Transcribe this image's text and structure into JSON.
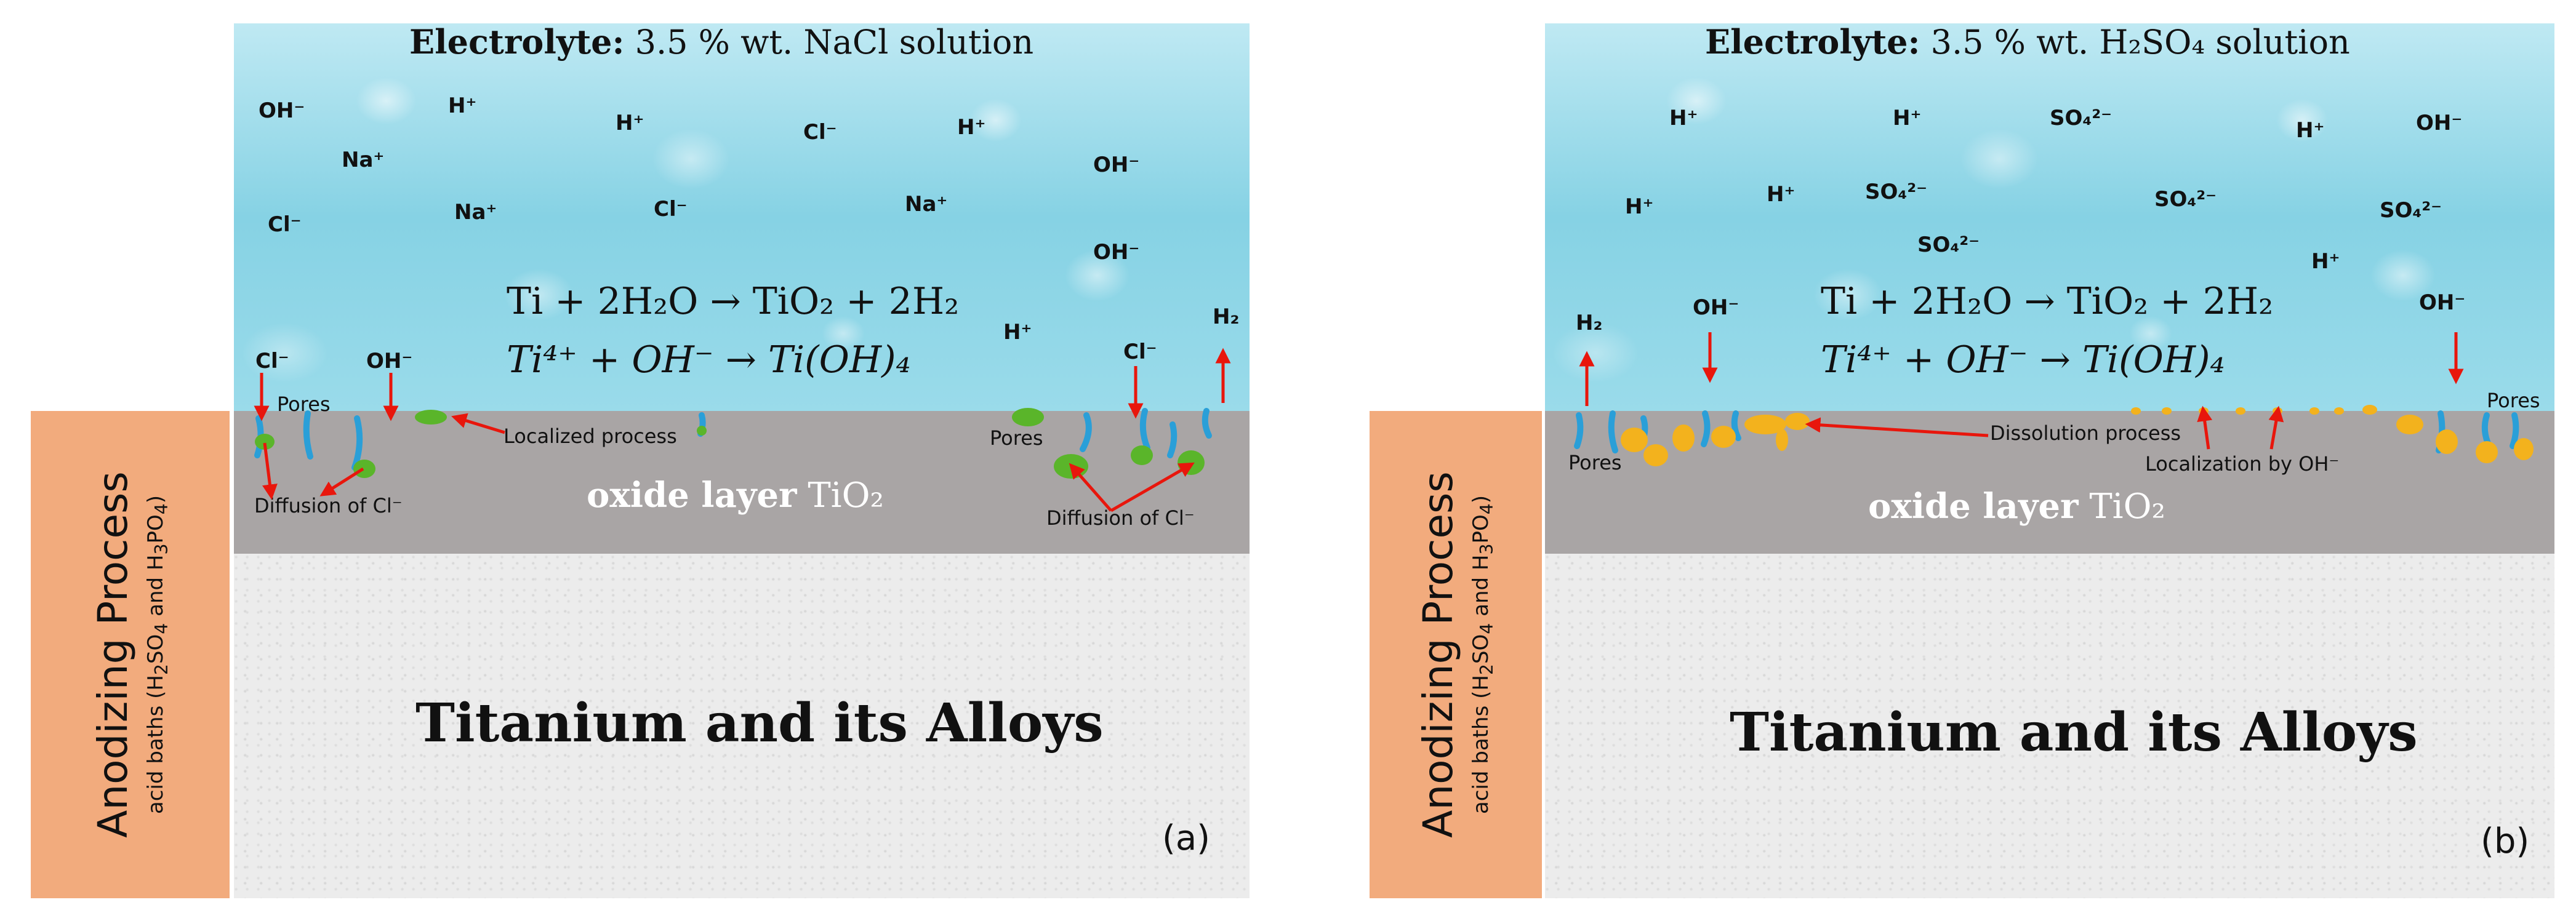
{
  "panel_a": {
    "side_title": "Anodizing Process",
    "side_sub_pre": "acid baths (H",
    "side_sub_s1": "2",
    "side_sub_mid1": "SO",
    "side_sub_s2": "4",
    "side_sub_mid2": " and H",
    "side_sub_s3": "3",
    "side_sub_mid3": "PO",
    "side_sub_s4": "4",
    "side_sub_post": ")",
    "electrolyte_label": "Electrolyte:",
    "electrolyte_value": " 3.5 % wt. NaCl solution",
    "ions": {
      "i1": "OH⁻",
      "i2": "H⁺",
      "i3": "H⁺",
      "i4": "Cl⁻",
      "i5": "H⁺",
      "i6": "Na⁺",
      "i7": "OH⁻",
      "i8": "Cl⁻",
      "i9": "Na⁺",
      "i10": "Cl⁻",
      "i11": "Na⁺",
      "i12": "OH⁻",
      "i13": "H⁺",
      "i14": "H₂",
      "i15": "Cl⁻",
      "i16": "OH⁻",
      "i17": "Cl⁻"
    },
    "equation_1": "Ti + 2H₂O → TiO₂ + 2H₂",
    "equation_2": "Ti⁴⁺ + OH⁻ → Ti(OH)₄",
    "label_pores_1": "Pores",
    "label_pores_2": "Pores",
    "label_localized": "Localized process",
    "label_diffusion_1": "Diffusion of Cl⁻",
    "label_diffusion_2": "Diffusion of Cl⁻",
    "oxide_label_bold": "oxide layer",
    "oxide_label_formula": " TiO₂",
    "alloy_label": "Titanium and its Alloys",
    "tag": "(a)"
  },
  "panel_b": {
    "side_title": "Anodizing Process",
    "side_sub_pre": "acid baths (H",
    "side_sub_s1": "2",
    "side_sub_mid1": "SO",
    "side_sub_s2": "4",
    "side_sub_mid2": " and H",
    "side_sub_s3": "3",
    "side_sub_mid3": "PO",
    "side_sub_s4": "4",
    "side_sub_post": ")",
    "electrolyte_label": "Electrolyte:",
    "electrolyte_value": " 3.5 % wt. H₂SO₄ solution",
    "ions": {
      "i1": "H⁺",
      "i2": "H⁺",
      "i3": "SO₄²⁻",
      "i4": "H⁺",
      "i5": "OH⁻",
      "i6": "H⁺",
      "i7": "H⁺",
      "i8": "SO₄²⁻",
      "i9": "SO₄²⁻",
      "i10": "SO₄²⁻",
      "i11": "SO₄²⁻",
      "i12": "H⁺",
      "i13": "H₂",
      "i14": "OH⁻",
      "i15": "OH⁻"
    },
    "equation_1": "Ti + 2H₂O → TiO₂ + 2H₂",
    "equation_2": "Ti⁴⁺ + OH⁻ → Ti(OH)₄",
    "label_pores_1": "Pores",
    "label_pores_2": "Pores",
    "label_dissolution": "Dissolution process",
    "label_localization": "Localization by OH⁻",
    "oxide_label_bold": "oxide layer",
    "oxide_label_formula": " TiO₂",
    "alloy_label": "Titanium and its Alloys",
    "tag": "(b)"
  },
  "colors": {
    "side_bar": "#f2ab7d",
    "electrolyte": "#8fd6e6",
    "oxide": "#a9a5a5",
    "alloy": "#ececec",
    "arrow": "#e8160c",
    "pore": "#2a9fd8",
    "chloride_deposit": "#5ab52a",
    "sulfate_deposit": "#f3b21d"
  }
}
